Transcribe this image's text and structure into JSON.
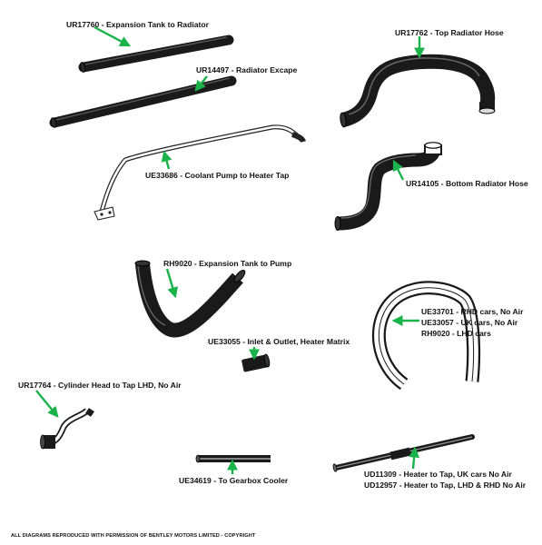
{
  "parts": [
    {
      "code": "UR17760",
      "desc": "Expansion Tank to Radiator"
    },
    {
      "code": "UR14497",
      "desc": "Radiator Excape"
    },
    {
      "code": "UE33686",
      "desc": "Coolant Pump to Heater Tap"
    },
    {
      "code": "UR17762",
      "desc": "Top Radiator Hose"
    },
    {
      "code": "UR14105",
      "desc": "Bottom Radiator Hose"
    },
    {
      "code": "RH9020",
      "desc": "Expansion Tank to Pump"
    },
    {
      "code": "UE33055",
      "desc": "Inlet & Outlet, Heater Matrix"
    },
    {
      "code": "UE33701",
      "desc": "RHD cars, No Air"
    },
    {
      "code": "UE33057",
      "desc": "UK cars, No Air"
    },
    {
      "code": "RH9020",
      "desc": "LHD cars"
    },
    {
      "code": "UR17764",
      "desc": "Cylinder Head to Tap LHD, No Air"
    },
    {
      "code": "UE34619",
      "desc": "To Gearbox Cooler"
    },
    {
      "code": "UD11309",
      "desc": "Heater to Tap, UK cars No Air"
    },
    {
      "code": "UD12957",
      "desc": "Heater to Tap, LHD & RHD No Air"
    }
  ],
  "separator": " - ",
  "footer": "ALL DIAGRAMS REPRODUCED WITH PERMISSION OF BENTLEY MOTORS LIMITED - COPYRIGHT",
  "colors": {
    "arrow": "#19b34a",
    "hose": "#1a1a1a",
    "ink": "#111111"
  }
}
